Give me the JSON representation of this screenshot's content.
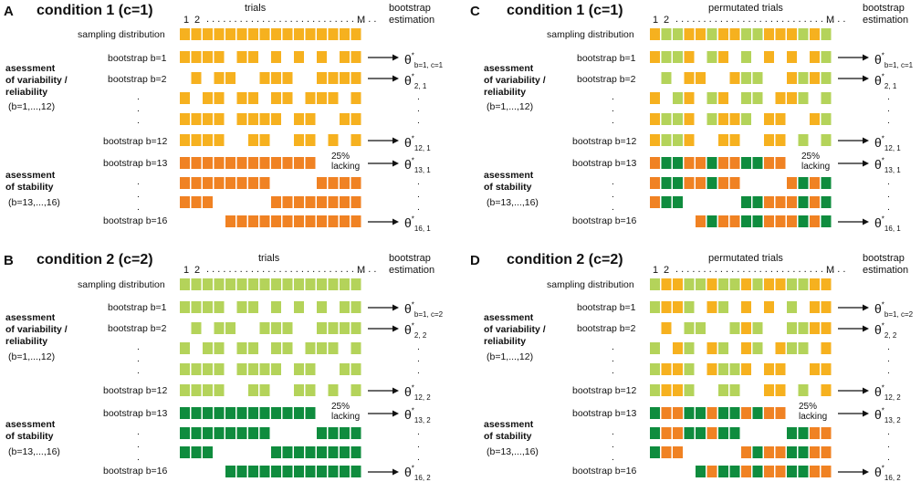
{
  "colors": {
    "orange": "#F6B11F",
    "dark_orange": "#F08223",
    "light_green": "#B4D35A",
    "dark_green": "#0F8C3E"
  },
  "panels": [
    {
      "letter": "A",
      "title": "condition 1 (c=1)",
      "header": "trials",
      "scheme": "orange"
    },
    {
      "letter": "B",
      "title": "condition 2 (c=2)",
      "header": "trials",
      "scheme": "green"
    },
    {
      "letter": "C",
      "title": "condition 1 (c=1)",
      "header": "permutated trials",
      "scheme": "mixed1"
    },
    {
      "letter": "D",
      "title": "condition 2 (c=2)",
      "header": "permutated trials",
      "scheme": "mixed2"
    }
  ],
  "labels": {
    "index_1": "1",
    "index_2": "2",
    "index_m": "M",
    "estimation_line1": "bootstrap",
    "estimation_line2": "estimation",
    "sampling": "sampling distribution",
    "b1": "bootstrap b=1",
    "b2": "bootstrap b=2",
    "b12": "bootstrap b=12",
    "b13": "bootstrap b=13",
    "b16": "bootstrap b=16",
    "var_line1": "asessment",
    "var_line2": "of variability /",
    "var_line3": "reliability",
    "var_range": "(b=1,...,12)",
    "stab_line1": "asessment",
    "stab_line2": "of stability",
    "stab_range": "(b=13,...,16)",
    "lack_pct": "25%",
    "lack_word": "lacking",
    "theta": "θ",
    "star": "*",
    "sub1_c1": "b=1, c=1",
    "sub2_c1": "2, 1",
    "sub12_c1": "12, 1",
    "sub13_c1": "13, 1",
    "sub16_c1": "16, 1",
    "sub1_c2": "b=1, c=2",
    "sub2_c2": "2, 2",
    "sub12_c2": "12, 2",
    "sub13_c2": "13, 2",
    "sub16_c2": "16, 2"
  },
  "patterns": {
    "full": "1111111111111111",
    "b1": "1111011010101011",
    "b2": "0101100111001111",
    "r3": "1011011011011101",
    "r4": "1111011110110011",
    "b12": "1111001100110101",
    "b13": "1111111111110000",
    "r14": "1111111100001111",
    "r15": "1110000011111111",
    "b16": "0000111111111111"
  },
  "mixes": {
    "c_low": "1001101100111010",
    "c_high": "1100100110101100",
    "d_low": "0110010010110011",
    "d_high": "0011011001010110"
  }
}
